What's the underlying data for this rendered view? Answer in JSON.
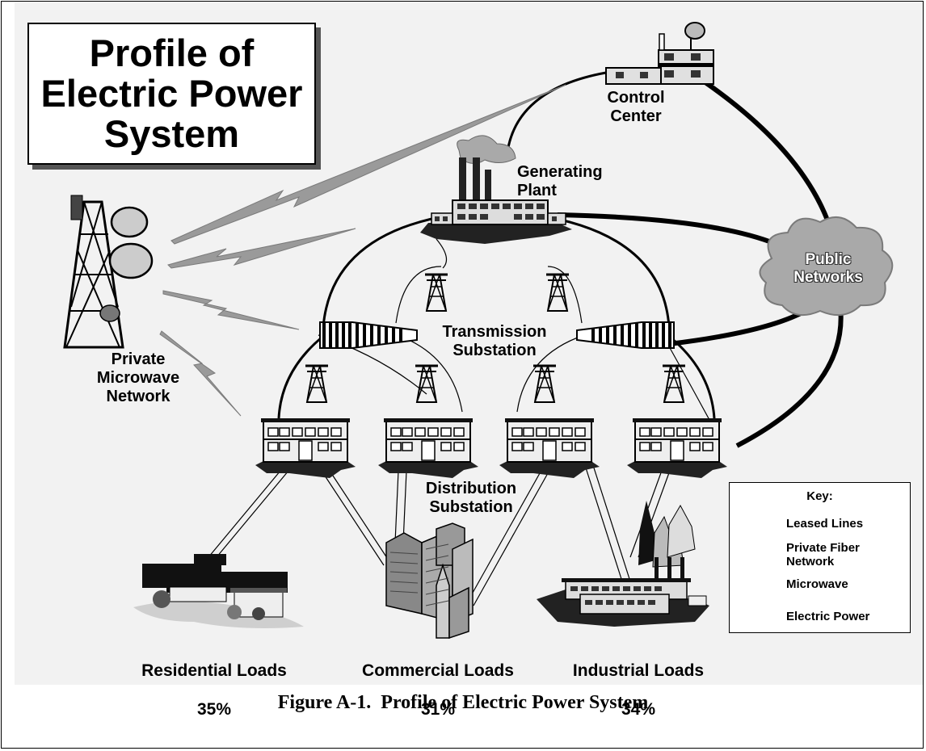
{
  "title": "Profile of\nElectric Power\nSystem",
  "labels": {
    "control_center": "Control\nCenter",
    "generating_plant": "Generating\nPlant",
    "public_networks": "Public\nNetworks",
    "transmission_substation": "Transmission\nSubstation",
    "distribution_substation": "Distribution\nSubstation",
    "private_microwave_network": "Private\nMicrowave\nNetwork"
  },
  "loads": [
    {
      "name": "Residential Loads",
      "percent": "35%"
    },
    {
      "name": "Commercial Loads",
      "percent": "31%"
    },
    {
      "name": "Industrial Loads",
      "percent": "34%"
    }
  ],
  "key": {
    "title": "Key:",
    "items": [
      {
        "label": "Leased Lines"
      },
      {
        "label": "Private Fiber\nNetwork"
      },
      {
        "label": "Microwave"
      },
      {
        "label": "Electric Power"
      }
    ]
  },
  "caption": "Figure A-1.  Profile of Electric Power System",
  "colors": {
    "line": "#000000",
    "background": "#f2f2f2",
    "cloud": "#a9a9a9",
    "microwave": "#9a9a9a"
  }
}
